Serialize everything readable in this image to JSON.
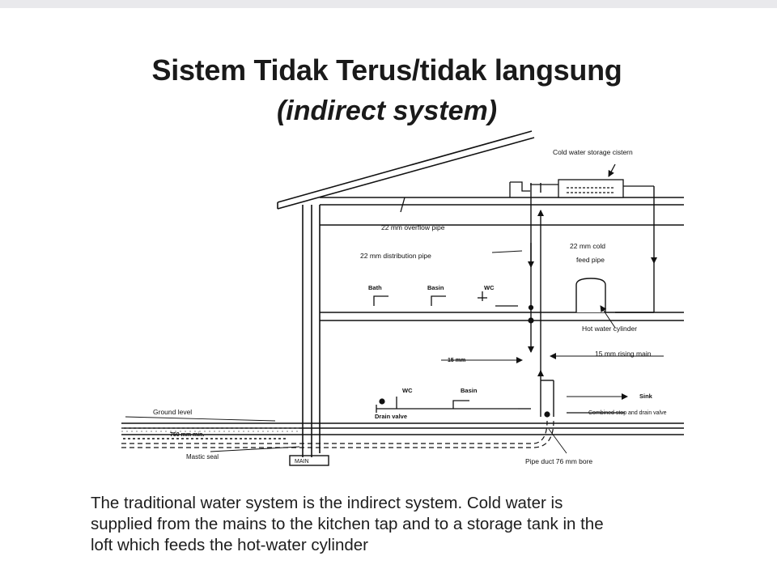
{
  "title": {
    "line1": "Sistem Tidak Terus/tidak langsung",
    "line2": "(indirect system)"
  },
  "labels": {
    "cold_water_storage_cistern": "Cold water storage cistern",
    "overflow_pipe": "22 mm overflow pipe",
    "distribution_pipe": "22 mm distribution pipe",
    "cold_feed_pipe_1": "22 mm cold",
    "cold_feed_pipe_2": "feed pipe",
    "bath": "Bath",
    "basin_upper": "Basin",
    "wc_upper": "WC",
    "hot_water_cylinder": "Hot water cylinder",
    "rising_main": "15 mm rising main",
    "fifteen_mm": "15 mm",
    "wc_lower": "WC",
    "basin_lower": "Basin",
    "sink": "Sink",
    "ground_level": "Ground level",
    "drain_valve": "Drain valve",
    "combined_stop_drain_valve": "Combined stop and drain valve",
    "depth": "750 mm min.",
    "mastic_seal": "Mastic seal",
    "water_main": "MAIN",
    "pipe_duct": "Pipe duct 76 mm bore"
  },
  "caption": {
    "line1": "The traditional water system is the indirect system. Cold water is",
    "line2": "supplied from the mains to the kitchen tap and to a storage tank in the",
    "line3": "loft which feeds the hot-water cylinder"
  }
}
